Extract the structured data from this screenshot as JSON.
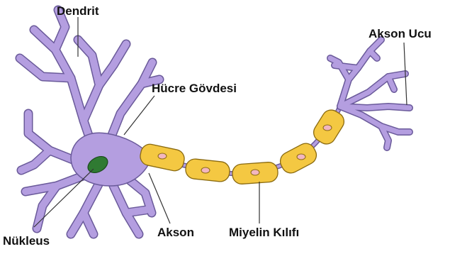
{
  "labels": {
    "dendrite": "Dendrit",
    "cell_body": "Hücre Gövdesi",
    "axon_terminal": "Akson Ucu",
    "nucleus": "Nükleus",
    "axon": "Akson",
    "myelin_sheath": "Miyelin Kılıfı"
  },
  "colors": {
    "neuron_fill": "#b49ee0",
    "neuron_stroke": "#6a5a9a",
    "myelin_fill": "#f4c842",
    "myelin_stroke": "#8a6a10",
    "schwann_nucleus_fill": "#f2b6c0",
    "cell_nucleus_fill": "#2f7a32",
    "leader_line": "#333333"
  }
}
